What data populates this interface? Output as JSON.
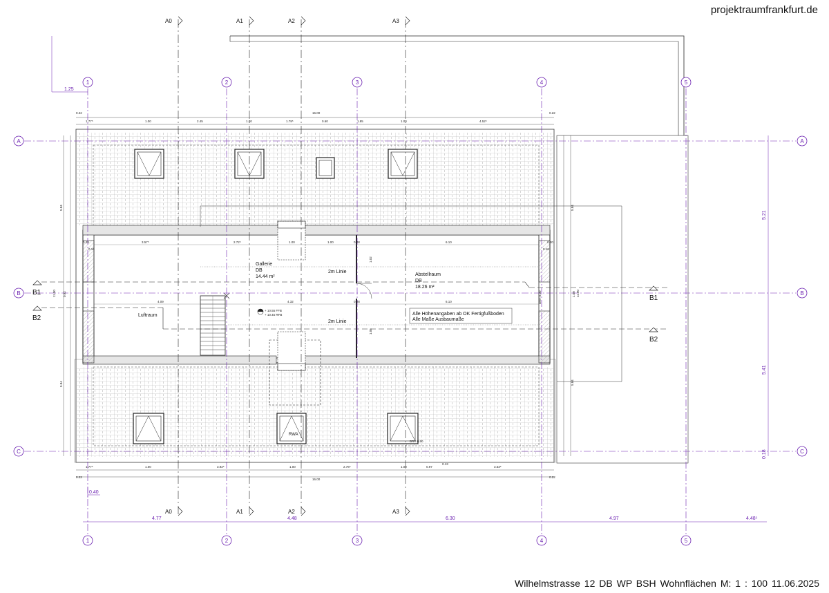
{
  "site": "projektraumfrankfurt.de",
  "footer": {
    "text": "Wilhelmstrasse 12  DB WP BSH Wohnflächen   M: 1 : 100    11.06.2025"
  },
  "axes": {
    "columns": [
      "1",
      "2",
      "3",
      "4",
      "5"
    ],
    "rows": [
      "A",
      "B",
      "C"
    ]
  },
  "sections": {
    "top": [
      "A0",
      "A1",
      "A2",
      "A3"
    ],
    "bottom": [
      "A0",
      "A1",
      "A2",
      "A3"
    ],
    "left": [
      "B1",
      "B2"
    ],
    "right": [
      "B1",
      "B2"
    ]
  },
  "dims_axes_bottom": [
    "4.77",
    "4.48",
    "6.30",
    "4.97",
    "4.48⁵"
  ],
  "dims_axes_right": [
    "5.21",
    "5.41",
    "0.18"
  ],
  "dim_left_offset": "1.25",
  "dim_left_bottom": "0.40",
  "dims_top_segments": [
    "0.22",
    "1.77⁵",
    "1.00",
    "2.45",
    "1.00",
    "1.79⁵",
    "0.60",
    "1.85",
    "1.00",
    "4.52⁵",
    "0.22"
  ],
  "dim_top_total": "16.00",
  "dims_bottom_segments": [
    "0.22",
    "1.77⁵",
    "1.00",
    "3.92⁵",
    "1.00",
    "2.76⁵",
    "1.00",
    "0.97",
    "0.13",
    "3.53⁵",
    "0.22"
  ],
  "dim_bottom_total": "16.00",
  "dims_vertical_left": [
    "5.84",
    "11.00",
    "5.84"
  ],
  "dims_vertical_right": [
    "5.84",
    "11.00",
    "5.84"
  ],
  "inner_dims": [
    "3.57⁵",
    "2.72⁵",
    "1.00",
    "1.00",
    "6.10",
    "4.09",
    "4.32",
    "6.10",
    "0.28",
    "0.16",
    "0.28",
    "0.28",
    "0.16",
    "0.20",
    "1.02",
    "1.05",
    "0.92",
    "1.00"
  ],
  "rooms": {
    "gallerie": {
      "name": "Gallerie",
      "type": "DB",
      "area": "14.44 m²"
    },
    "abstellraum": {
      "name": "Abstellraum",
      "type": "DB",
      "area": "18.26 m²"
    },
    "luftraum": {
      "name": "Luftraum"
    }
  },
  "line_2m_labels": [
    "2m Linie",
    "2m Linie"
  ],
  "note": [
    "Alle Höhenangaben ab OK Fertigfußboden",
    "Alle Maße Ausbaumaße"
  ],
  "level_marks": [
    "+ 10.55 FFB",
    "+ 10.45 RFB"
  ],
  "rwa_label": "RWA",
  "bru_labels": [
    "BRH 0.30",
    "BRH 0.50"
  ],
  "colors": {
    "axis": "#6a1fb0",
    "line": "#222222",
    "tile": "#9a9a9a",
    "wall_fill": "#d9d9d9"
  }
}
